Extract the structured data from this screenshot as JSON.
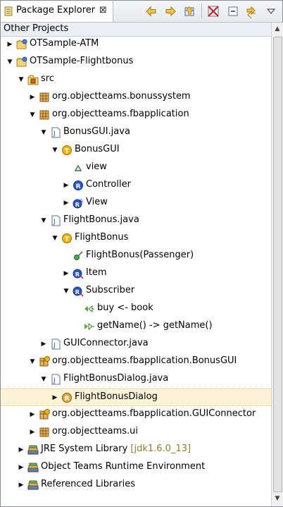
{
  "view": {
    "title": "Package Explorer",
    "close_glyph": "⊠",
    "toolbar": [
      "back-icon",
      "forward-icon",
      "home-icon",
      "collapse-all-icon",
      "link-with-editor-icon",
      "view-menu-icon"
    ],
    "accent": "#e8a400"
  },
  "working_set": {
    "label": "Other Projects"
  },
  "tree": [
    {
      "depth": 0,
      "twisty": "collapsed",
      "icon": "project-icon",
      "label": "OTSample-ATM"
    },
    {
      "depth": 0,
      "twisty": "expanded",
      "icon": "project-icon",
      "label": "OTSample-Flightbonus"
    },
    {
      "depth": 1,
      "twisty": "expanded",
      "icon": "source-folder-icon",
      "label": "src"
    },
    {
      "depth": 2,
      "twisty": "collapsed",
      "icon": "package-icon",
      "label": "org.objectteams.bonussystem"
    },
    {
      "depth": 2,
      "twisty": "expanded",
      "icon": "package-icon",
      "label": "org.objectteams.fbapplication"
    },
    {
      "depth": 3,
      "twisty": "expanded",
      "icon": "java-file-icon",
      "label": "BonusGUI.java"
    },
    {
      "depth": 4,
      "twisty": "expanded",
      "icon": "team-icon",
      "label": "BonusGUI"
    },
    {
      "depth": 5,
      "twisty": "none",
      "icon": "field-icon",
      "label": "view"
    },
    {
      "depth": 5,
      "twisty": "collapsed",
      "icon": "role-icon",
      "label": "Controller"
    },
    {
      "depth": 5,
      "twisty": "collapsed",
      "icon": "role-abstract-icon",
      "label": "View"
    },
    {
      "depth": 3,
      "twisty": "expanded",
      "icon": "java-file-icon",
      "label": "FlightBonus.java"
    },
    {
      "depth": 4,
      "twisty": "expanded",
      "icon": "team-icon",
      "label": "FlightBonus"
    },
    {
      "depth": 5,
      "twisty": "none",
      "icon": "constructor-icon",
      "label": "FlightBonus(Passenger)"
    },
    {
      "depth": 5,
      "twisty": "collapsed",
      "icon": "role-bound-icon",
      "label": "Item"
    },
    {
      "depth": 5,
      "twisty": "expanded",
      "icon": "role-bound-icon",
      "label": "Subscriber"
    },
    {
      "depth": 6,
      "twisty": "none",
      "icon": "callin-binding-icon",
      "label": "buy <- book"
    },
    {
      "depth": 6,
      "twisty": "none",
      "icon": "callout-binding-icon",
      "label": "getName() -> getName()"
    },
    {
      "depth": 3,
      "twisty": "collapsed",
      "icon": "java-file-icon",
      "label": "GUIConnector.java"
    },
    {
      "depth": 2,
      "twisty": "expanded",
      "icon": "team-package-icon",
      "label": "org.objectteams.fbapplication.BonusGUI"
    },
    {
      "depth": 3,
      "twisty": "expanded",
      "icon": "java-file-icon",
      "label": "FlightBonusDialog.java"
    },
    {
      "depth": 4,
      "twisty": "collapsed",
      "icon": "role-file-icon",
      "label": "FlightBonusDialog",
      "selected": true
    },
    {
      "depth": 2,
      "twisty": "collapsed",
      "icon": "team-package-icon",
      "label": "org.objectteams.fbapplication.GUIConnector"
    },
    {
      "depth": 2,
      "twisty": "collapsed",
      "icon": "package-icon",
      "label": "org.objectteams.ui"
    },
    {
      "depth": 1,
      "twisty": "collapsed",
      "icon": "library-icon",
      "label": "JRE System Library",
      "suffix": "[jdk1.6.0_13]"
    },
    {
      "depth": 1,
      "twisty": "collapsed",
      "icon": "library-icon",
      "label": "Object Teams Runtime Environment"
    },
    {
      "depth": 1,
      "twisty": "collapsed",
      "icon": "library-icon",
      "label": "Referenced Libraries"
    }
  ]
}
